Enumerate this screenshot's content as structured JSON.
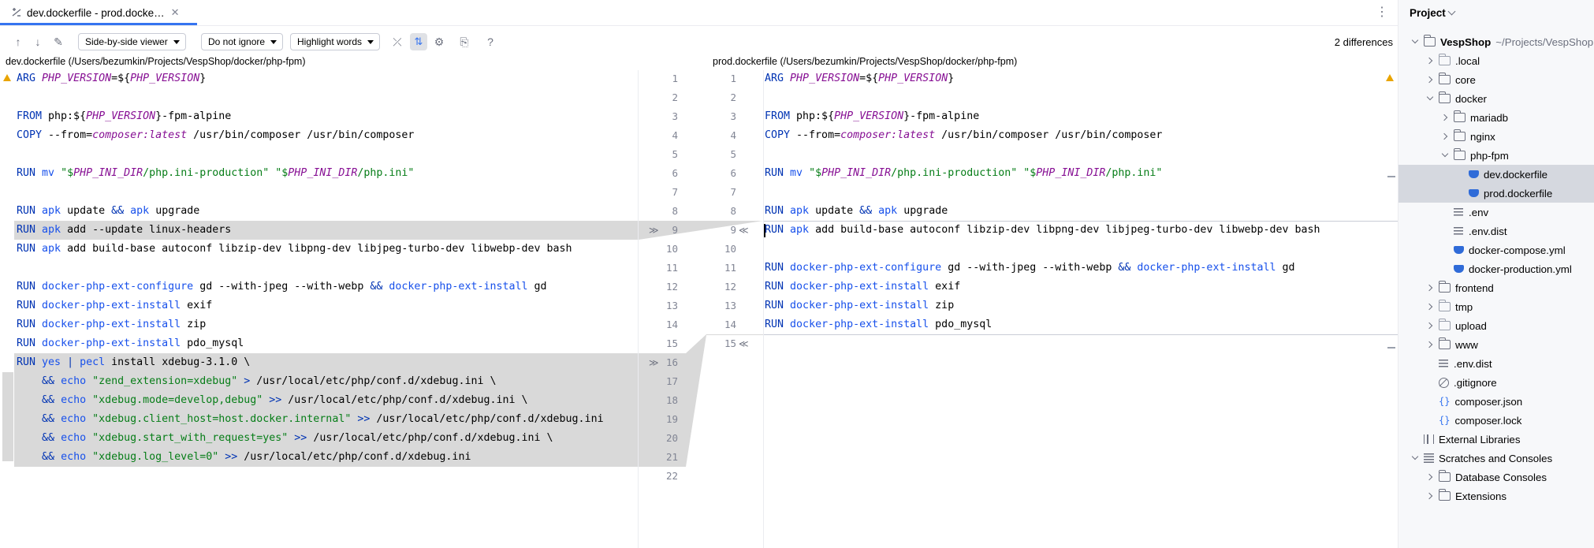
{
  "tab": {
    "title": "dev.dockerfile - prod.docke…"
  },
  "toolbar": {
    "viewer": "Side-by-side viewer",
    "ignore": "Do not ignore",
    "highlight": "Highlight words",
    "diff_count": "2 differences"
  },
  "left_header": "dev.dockerfile (/Users/bezumkin/Projects/VespShop/docker/php-fpm)",
  "right_header": "prod.dockerfile (/Users/bezumkin/Projects/VespShop/docker/php-fpm)",
  "left_numbers": [
    "1",
    "2",
    "3",
    "4",
    "5",
    "6",
    "7",
    "8",
    "9",
    "10",
    "11",
    "12",
    "13",
    "14",
    "15",
    "16",
    "17",
    "18",
    "19",
    "20",
    "21",
    "22"
  ],
  "right_numbers": [
    "1",
    "2",
    "3",
    "4",
    "5",
    "6",
    "7",
    "8",
    "9",
    "10",
    "11",
    "12",
    "13",
    "14",
    "15"
  ],
  "left_lines": [
    "ARG PHP_VERSION=${PHP_VERSION}",
    "",
    "FROM php:${PHP_VERSION}-fpm-alpine",
    "COPY --from=composer:latest /usr/bin/composer /usr/bin/composer",
    "",
    "RUN mv \"$PHP_INI_DIR/php.ini-production\" \"$PHP_INI_DIR/php.ini\"",
    "",
    "RUN apk update && apk upgrade",
    "RUN apk add --update linux-headers",
    "RUN apk add build-base autoconf libzip-dev libpng-dev libjpeg-turbo-dev libwebp-dev bash",
    "",
    "RUN docker-php-ext-configure gd --with-jpeg --with-webp && docker-php-ext-install gd",
    "RUN docker-php-ext-install exif",
    "RUN docker-php-ext-install zip",
    "RUN docker-php-ext-install pdo_mysql",
    "RUN yes | pecl install xdebug-3.1.0 \\",
    "    && echo \"zend_extension=xdebug\" > /usr/local/etc/php/conf.d/xdebug.ini \\",
    "    && echo \"xdebug.mode=develop,debug\" >> /usr/local/etc/php/conf.d/xdebug.ini \\",
    "    && echo \"xdebug.client_host=host.docker.internal\" >> /usr/local/etc/php/conf.d/xdebug.ini",
    "    && echo \"xdebug.start_with_request=yes\" >> /usr/local/etc/php/conf.d/xdebug.ini \\",
    "    && echo \"xdebug.log_level=0\" >> /usr/local/etc/php/conf.d/xdebug.ini",
    ""
  ],
  "right_lines": [
    "ARG PHP_VERSION=${PHP_VERSION}",
    "",
    "FROM php:${PHP_VERSION}-fpm-alpine",
    "COPY --from=composer:latest /usr/bin/composer /usr/bin/composer",
    "",
    "RUN mv \"$PHP_INI_DIR/php.ini-production\" \"$PHP_INI_DIR/php.ini\"",
    "",
    "RUN apk update && apk upgrade",
    "RUN apk add build-base autoconf libzip-dev libpng-dev libjpeg-turbo-dev libwebp-dev bash",
    "",
    "RUN docker-php-ext-configure gd --with-jpeg --with-webp && docker-php-ext-install gd",
    "RUN docker-php-ext-install exif",
    "RUN docker-php-ext-install zip",
    "RUN docker-php-ext-install pdo_mysql",
    ""
  ],
  "project": {
    "title": "Project",
    "items": [
      {
        "label": "VespShop",
        "path": "~/Projects/VespShop"
      },
      {
        "label": ".local"
      },
      {
        "label": "core"
      },
      {
        "label": "docker"
      },
      {
        "label": "mariadb"
      },
      {
        "label": "nginx"
      },
      {
        "label": "php-fpm"
      },
      {
        "label": "dev.dockerfile"
      },
      {
        "label": "prod.dockerfile"
      },
      {
        "label": ".env"
      },
      {
        "label": ".env.dist"
      },
      {
        "label": "docker-compose.yml"
      },
      {
        "label": "docker-production.yml"
      },
      {
        "label": "frontend"
      },
      {
        "label": "tmp"
      },
      {
        "label": "upload"
      },
      {
        "label": "www"
      },
      {
        "label": ".env.dist"
      },
      {
        "label": ".gitignore"
      },
      {
        "label": "composer.json"
      },
      {
        "label": "composer.lock"
      },
      {
        "label": "External Libraries"
      },
      {
        "label": "Scratches and Consoles"
      },
      {
        "label": "Database Consoles"
      },
      {
        "label": "Extensions"
      }
    ]
  },
  "colors": {
    "accent": "#3574f0",
    "keyword": "#0033b3",
    "variable": "#871094",
    "string": "#067d17",
    "command": "#1750eb",
    "deleted_bg": "#d9d9d9",
    "inserted_bg": "#ffffff"
  }
}
